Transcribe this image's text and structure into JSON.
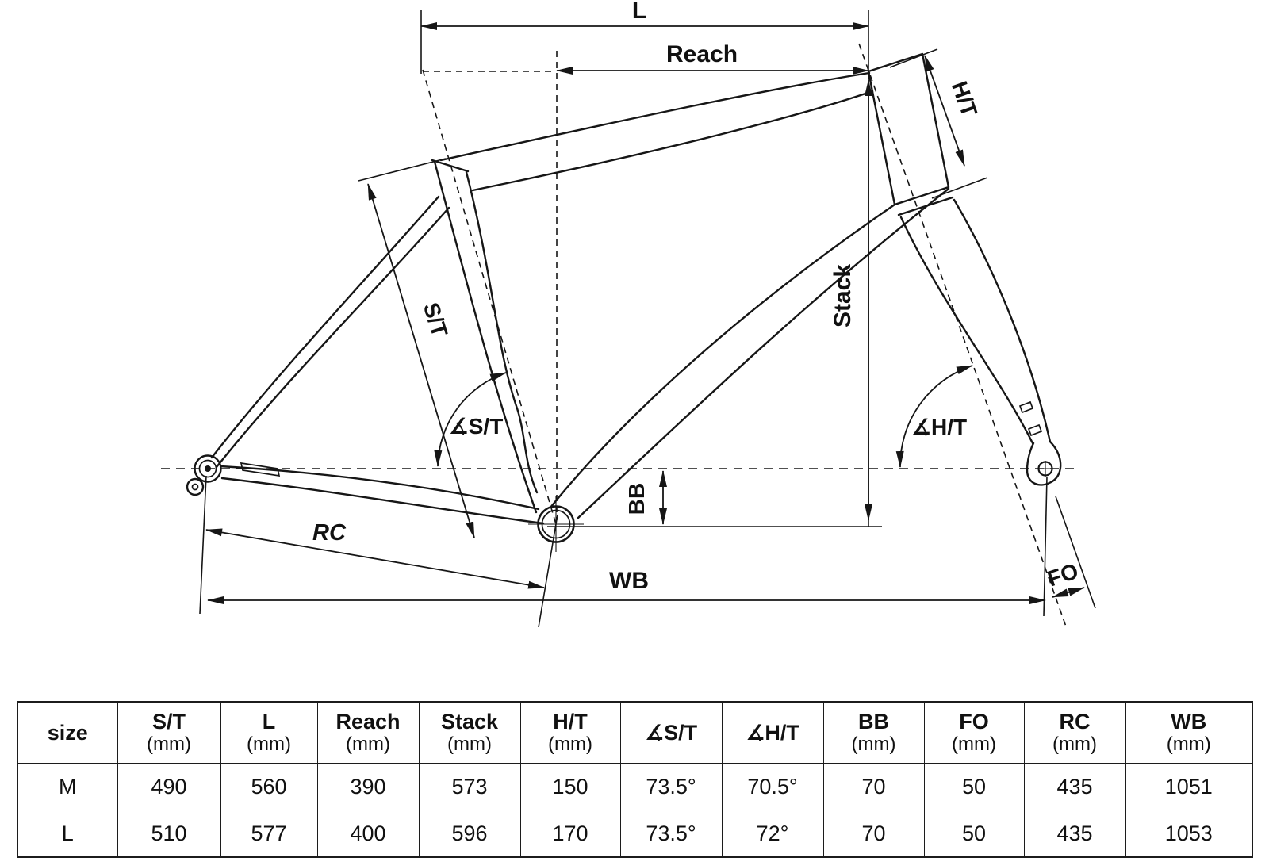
{
  "diagram": {
    "line_color": "#161616",
    "labels": {
      "l": "L",
      "reach": "Reach",
      "ht": "H/T",
      "st": "S/T",
      "stack": "Stack",
      "angle_st": "∡S/T",
      "angle_ht": "∡H/T",
      "bb": "BB",
      "rc": "RC",
      "wb": "WB",
      "fo": "FO"
    }
  },
  "table": {
    "columns": [
      {
        "label": "size",
        "unit": ""
      },
      {
        "label": "S/T",
        "unit": "(mm)"
      },
      {
        "label": "L",
        "unit": "(mm)"
      },
      {
        "label": "Reach",
        "unit": "(mm)"
      },
      {
        "label": "Stack",
        "unit": "(mm)"
      },
      {
        "label": "H/T",
        "unit": "(mm)"
      },
      {
        "label": "∡S/T",
        "unit": ""
      },
      {
        "label": "∡H/T",
        "unit": ""
      },
      {
        "label": "BB",
        "unit": "(mm)"
      },
      {
        "label": "FO",
        "unit": "(mm)"
      },
      {
        "label": "RC",
        "unit": "(mm)"
      },
      {
        "label": "WB",
        "unit": "(mm)"
      }
    ],
    "rows": [
      [
        "M",
        "490",
        "560",
        "390",
        "573",
        "150",
        "73.5°",
        "70.5°",
        "70",
        "50",
        "435",
        "1051"
      ],
      [
        "L",
        "510",
        "577",
        "400",
        "596",
        "170",
        "73.5°",
        "72°",
        "70",
        "50",
        "435",
        "1053"
      ]
    ]
  }
}
